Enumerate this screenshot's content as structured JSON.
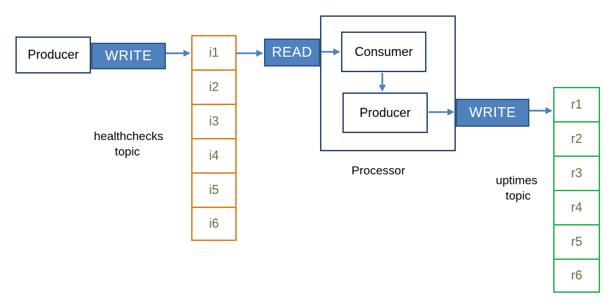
{
  "producer_left": {
    "label": "Producer"
  },
  "write_left": {
    "label": "WRITE"
  },
  "read": {
    "label": "READ"
  },
  "consumer": {
    "label": "Consumer"
  },
  "producer_inner": {
    "label": "Producer"
  },
  "write_right": {
    "label": "WRITE"
  },
  "processor_label": "Processor",
  "healthchecks": {
    "label_line1": "healthchecks",
    "label_line2": "topic",
    "items": [
      "i1",
      "i2",
      "i3",
      "i4",
      "i5",
      "i6"
    ]
  },
  "uptimes": {
    "label_line1": "uptimes",
    "label_line2": "topic",
    "items": [
      "r1",
      "r2",
      "r3",
      "r4",
      "r5",
      "r6"
    ]
  },
  "colors": {
    "tag_fill": "#4f81bd",
    "box_border": "#2f4d73",
    "healthchecks_border": "#e07c1f",
    "uptimes_border": "#2ab24e",
    "arrow": "#4f81bd"
  }
}
